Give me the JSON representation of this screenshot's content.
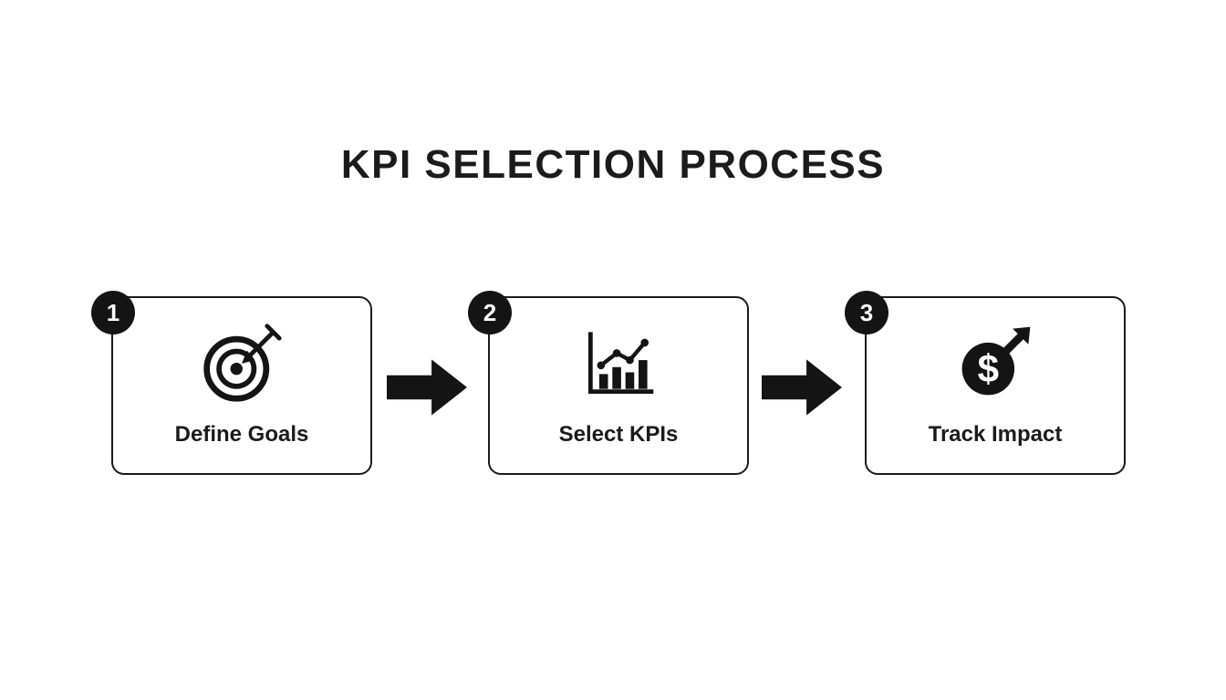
{
  "title": "KPI SELECTION PROCESS",
  "steps": [
    {
      "number": "1",
      "label": "Define Goals",
      "icon": "target-icon"
    },
    {
      "number": "2",
      "label": "Select KPIs",
      "icon": "bar-chart-icon"
    },
    {
      "number": "3",
      "label": "Track Impact",
      "icon": "dollar-growth-icon"
    }
  ],
  "connectors": [
    {
      "icon": "arrow-right-icon"
    },
    {
      "icon": "arrow-right-icon"
    }
  ],
  "colors": {
    "background": "#ffffff",
    "ink": "#141414"
  }
}
